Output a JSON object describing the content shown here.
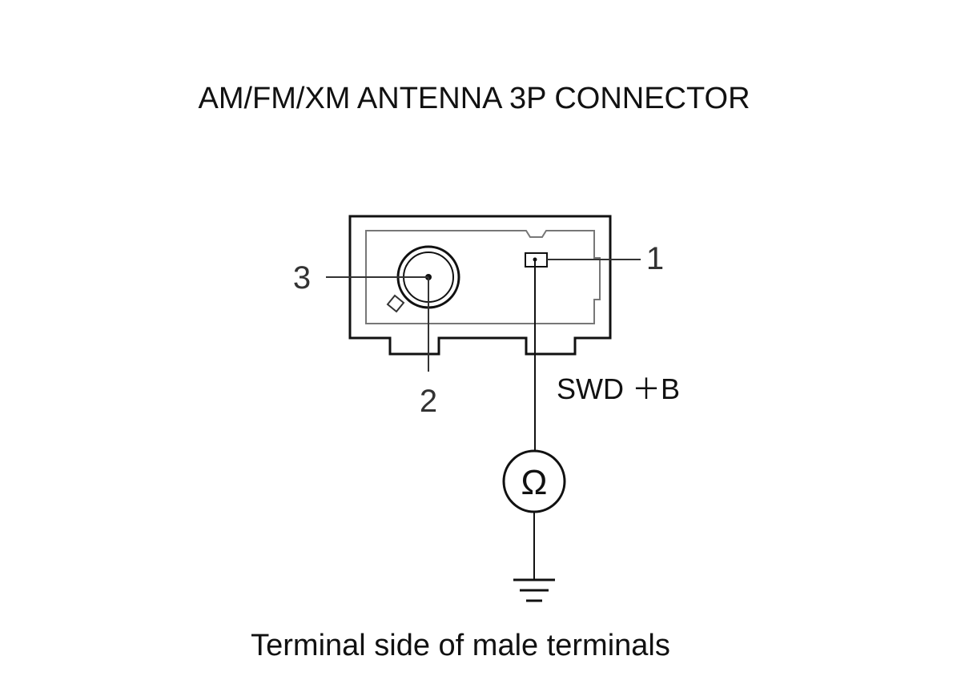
{
  "title": "AM/FM/XM ANTENNA 3P CONNECTOR",
  "pins": {
    "pin1": "1",
    "pin2": "2",
    "pin3": "3"
  },
  "swd_label": "SWD ＋B",
  "meter_symbol": "Ω",
  "caption": "Terminal side of male terminals",
  "icons": [
    "ohmmeter-icon",
    "ground-icon"
  ],
  "colors": {
    "line": "#111111",
    "inner_line": "#777777",
    "background": "#ffffff"
  }
}
